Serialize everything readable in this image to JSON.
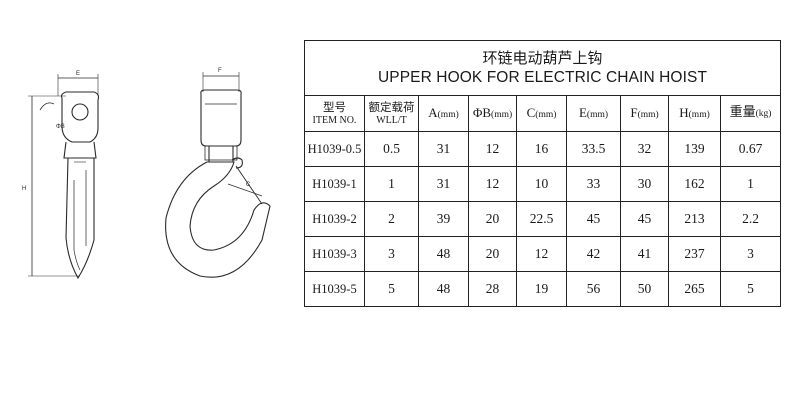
{
  "drawing_labels": {
    "dim_e": "E",
    "dim_phi_b": "ΦB",
    "dim_h": "H",
    "dim_f": "F",
    "dim_c": "C"
  },
  "table": {
    "title_cn": "环链电动葫芦上钩",
    "title_en": "UPPER HOOK FOR ELECTRIC CHAIN HOIST",
    "headers": [
      {
        "line1": "型号",
        "line2": "ITEM NO."
      },
      {
        "line1": "额定载荷",
        "line2": "WLL/T"
      },
      {
        "sym": "A",
        "unit": "(mm)"
      },
      {
        "sym": "ΦB",
        "unit": "(mm)"
      },
      {
        "sym": "C",
        "unit": "(mm)"
      },
      {
        "sym": "E",
        "unit": "(mm)"
      },
      {
        "sym": "F",
        "unit": "(mm)"
      },
      {
        "sym": "H",
        "unit": "(mm)"
      },
      {
        "sym": "重量",
        "unit": "(kg)"
      }
    ],
    "rows": [
      [
        "H1039-0.5",
        "0.5",
        "31",
        "12",
        "16",
        "33.5",
        "32",
        "139",
        "0.67"
      ],
      [
        "H1039-1",
        "1",
        "31",
        "12",
        "10",
        "33",
        "30",
        "162",
        "1"
      ],
      [
        "H1039-2",
        "2",
        "39",
        "20",
        "22.5",
        "45",
        "45",
        "213",
        "2.2"
      ],
      [
        "H1039-3",
        "3",
        "48",
        "20",
        "12",
        "42",
        "41",
        "237",
        "3"
      ],
      [
        "H1039-5",
        "5",
        "48",
        "28",
        "19",
        "56",
        "50",
        "265",
        "5"
      ]
    ]
  }
}
